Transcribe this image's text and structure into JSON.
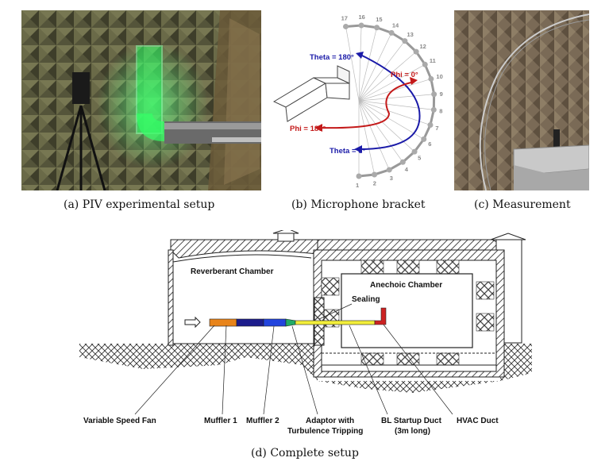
{
  "captions": {
    "a": "(a) PIV experimental setup",
    "b": "(b) Microphone bracket",
    "c": "(c) Measurement",
    "d": "(d) Complete setup"
  },
  "bracket": {
    "theta_180": "Theta = 180°",
    "theta_0": "Theta = 0°",
    "phi_0": "Phi = 0°",
    "phi_180": "Phi = 180°",
    "positions": [
      "1",
      "2",
      "3",
      "4",
      "5",
      "6",
      "7",
      "8",
      "9",
      "10",
      "11",
      "12",
      "13",
      "14",
      "15",
      "16",
      "17"
    ]
  },
  "setup": {
    "reverberant": "Reverberant Chamber",
    "anechoic": "Anechoic Chamber",
    "sealing": "Sealing",
    "labels": {
      "fan": "Variable Speed Fan",
      "muffler1": "Muffler 1",
      "muffler2": "Muffler 2",
      "adaptor_1": "Adaptor with",
      "adaptor_2": "Turbulence Tripping",
      "bl_1": "BL Startup Duct",
      "bl_2": "(3m long)",
      "hvac": "HVAC Duct"
    }
  },
  "colors": {
    "theta": "#1a1aa8",
    "phi": "#c41a1a",
    "fan_segment": "#e8841a",
    "muffler1_segment": "#1c1c8c",
    "muffler2_segment": "#2244dd",
    "adaptor_segment": "#22aa66",
    "bl_segment": "#f2ee3a",
    "hvac_segment": "#cc2222",
    "laser": "#33ff66"
  }
}
